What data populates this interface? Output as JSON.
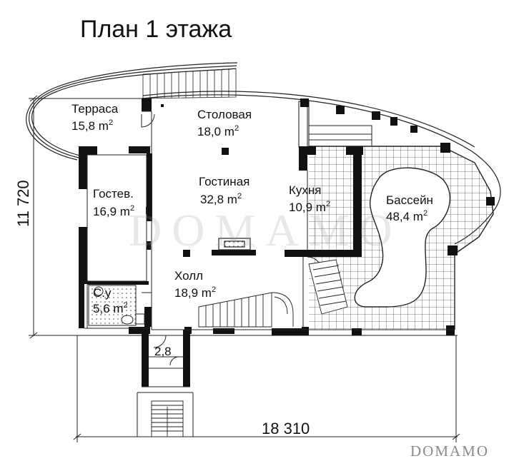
{
  "title": "План 1 этажа",
  "watermark": "DOMAMO",
  "watermark_small": "DOMAMO",
  "dimensions": {
    "width": "18 310",
    "height": "11 720"
  },
  "rooms": {
    "terrace": {
      "name": "Терраса",
      "area": "15,8 m",
      "unit_sup": "2"
    },
    "dining": {
      "name": "Столовая",
      "area": "18,0 m",
      "unit_sup": "2"
    },
    "living": {
      "name": "Гостиная",
      "area": "32,8 m",
      "unit_sup": "2"
    },
    "guest": {
      "name": "Гостев.",
      "area": "16,9 m",
      "unit_sup": "2"
    },
    "kitchen": {
      "name": "Кухня",
      "area": "10,9 m",
      "unit_sup": "2"
    },
    "pool": {
      "name": "Бассейн",
      "area": "48,4 m",
      "unit_sup": "2"
    },
    "hall": {
      "name": "Холл",
      "area": "18,9 m",
      "unit_sup": "2"
    },
    "wc": {
      "name": "С.у",
      "area": "5,6 m",
      "unit_sup": "2"
    },
    "vestibule": {
      "area": "2,8"
    }
  },
  "colors": {
    "wall": "#111111",
    "line": "#222222",
    "watermark": "#969696"
  }
}
